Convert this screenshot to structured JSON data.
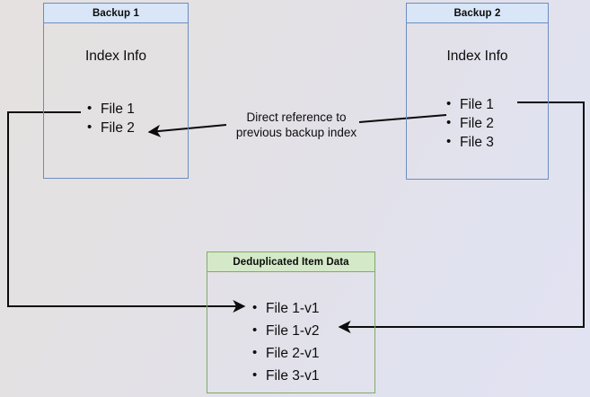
{
  "diagram": {
    "title": "Backup deduplication index reference diagram",
    "background": {
      "gradient_from": "#e5e1e0",
      "gradient_to": "#e2e3f2"
    },
    "colors": {
      "backup_border": "#6d8cc0",
      "backup_header_fill": "#d8e6f8",
      "dedup_border": "#7fab68",
      "dedup_header_fill": "#d4e9c7",
      "arrow": "#0c0c0c",
      "text": "#0c0c0c"
    },
    "boxes": {
      "backup1": {
        "header": "Backup 1",
        "subtitle": "Index Info",
        "files": [
          "File 1",
          "File 2"
        ]
      },
      "backup2": {
        "header": "Backup 2",
        "subtitle": "Index Info",
        "files": [
          "File 1",
          "File 2",
          "File 3"
        ]
      },
      "dedup": {
        "header": "Deduplicated Item Data",
        "files": [
          "File 1-v1",
          "File 1-v2",
          "File 2-v1",
          "File 3-v1"
        ]
      }
    },
    "caption": {
      "line1": "Direct reference to",
      "line2": "previous backup index"
    },
    "connectors": [
      {
        "name": "backup2-index-to-backup1-index",
        "label": "Direct reference to previous backup index",
        "from": "Backup 2 / File 1",
        "to": "Backup 1 / File 2",
        "style": "straight-arrow-left"
      },
      {
        "name": "backup1-file1-to-dedup",
        "from": "Backup 1 / File 1",
        "to": "Deduplicated Item Data / File 1-v1",
        "style": "orthogonal-left-route"
      },
      {
        "name": "backup2-file1-to-dedup",
        "from": "Backup 2 / File 1",
        "to": "Deduplicated Item Data / File 1-v2",
        "style": "orthogonal-right-route"
      }
    ]
  }
}
